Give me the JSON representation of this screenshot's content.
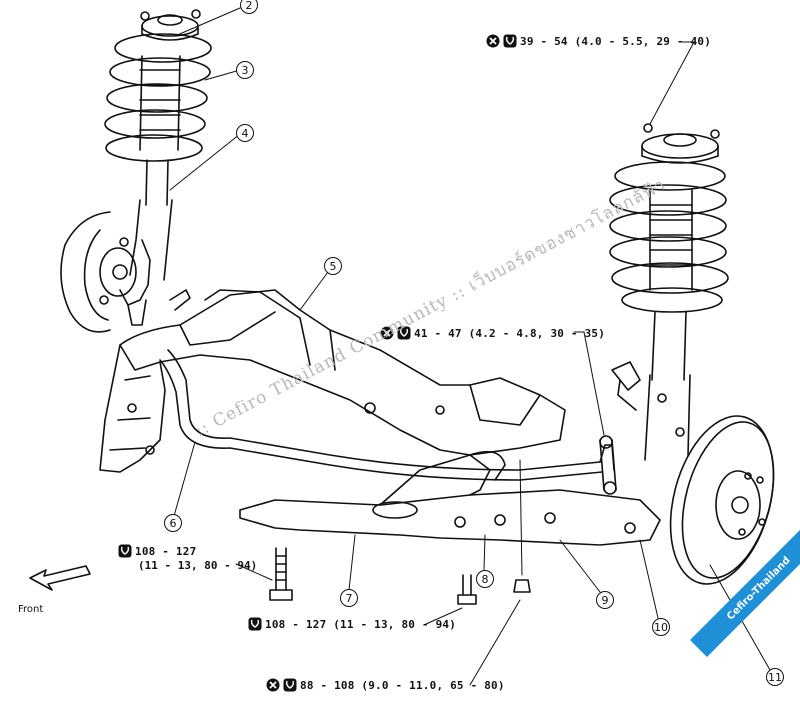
{
  "callouts": [
    "2",
    "3",
    "4",
    "5",
    "6",
    "7",
    "8",
    "9",
    "10",
    "11"
  ],
  "torque_specs": {
    "strut_top": "39 - 54 (4.0 - 5.5, 29 - 40)",
    "stabilizer_link": "41 - 47 (4.2 - 4.8, 30 - 35)",
    "crossmember_left_line1": "108 - 127",
    "crossmember_left_line2": "(11 - 13, 80 - 94)",
    "crossmember_center": "108 - 127 (11 - 13, 80 - 94)",
    "lower_arm_nut": "88 - 108 (9.0 - 11.0, 65 - 80)"
  },
  "front_label": "Front",
  "watermark_text": ":: Cefiro Thailand Community :: เว็บบอร์ดของชาวโลลกลัฟ้า",
  "ribbon_text": "Cefiro-Thailand",
  "icons": {
    "replace": "x-circle-icon",
    "torque": "torque-wrench-icon",
    "front_arrow": "front-arrow-icon"
  },
  "colors": {
    "line": "#111111",
    "watermark": "#b8b8b8",
    "ribbon": "#1f8fd6"
  }
}
